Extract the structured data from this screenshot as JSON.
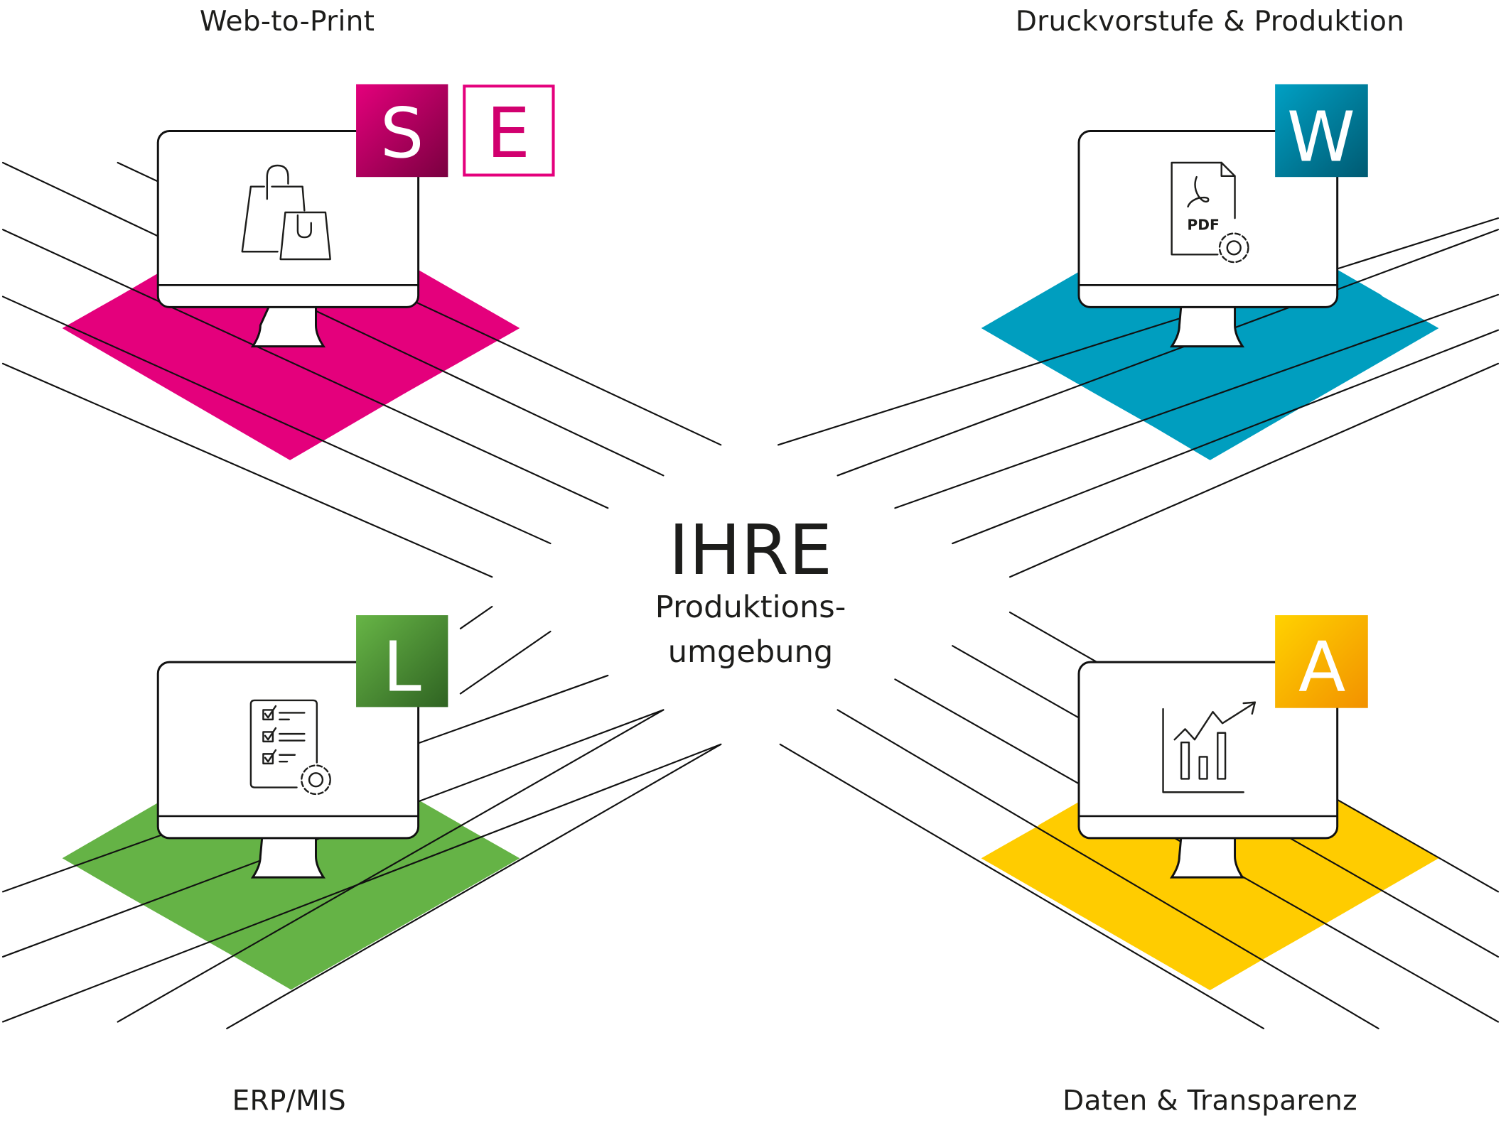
{
  "center": {
    "title": "IHRE",
    "subtitle_line1": "Produktions-",
    "subtitle_line2": "umgebung"
  },
  "quadrants": [
    {
      "position": "top-left",
      "label": "Web-to-Print",
      "color": "#e4007c",
      "icon": "shopping-bags-icon",
      "badges": [
        {
          "letter": "S",
          "style": "filled",
          "color_from": "#e4007c",
          "color_to": "#7a0040"
        },
        {
          "letter": "E",
          "style": "outlined",
          "color": "#e4007c"
        }
      ]
    },
    {
      "position": "top-right",
      "label": "Druckvorstufe & Produktion",
      "color": "#009ebf",
      "icon": "pdf-gear-icon",
      "icon_text": "PDF",
      "badges": [
        {
          "letter": "W",
          "style": "filled",
          "color_from": "#00a0c4",
          "color_to": "#005a72"
        }
      ]
    },
    {
      "position": "bottom-left",
      "label": "ERP/MIS",
      "color": "#65b346",
      "icon": "checklist-gear-icon",
      "badges": [
        {
          "letter": "L",
          "style": "filled",
          "color_from": "#65b346",
          "color_to": "#2f6322"
        }
      ]
    },
    {
      "position": "bottom-right",
      "label": "Daten & Transparenz",
      "color": "#ffcc00",
      "icon": "bar-chart-trend-icon",
      "badges": [
        {
          "letter": "A",
          "style": "filled",
          "color_from": "#ffd000",
          "color_to": "#f29100"
        }
      ]
    }
  ]
}
